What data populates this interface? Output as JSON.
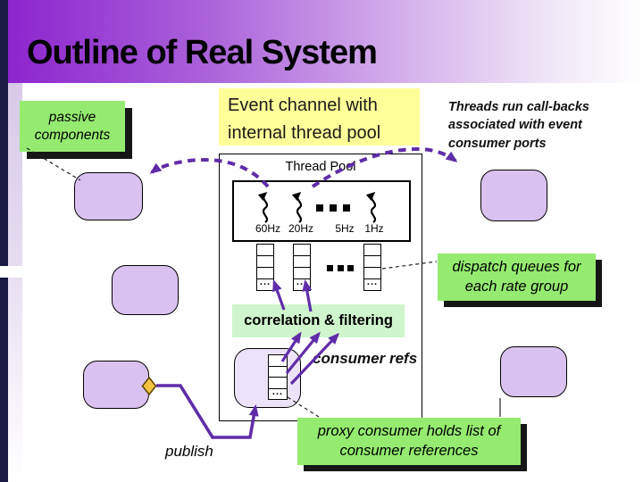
{
  "title": "Outline of Real System",
  "callouts": {
    "passive": {
      "lines": [
        "passive",
        "components"
      ]
    },
    "event_channel": {
      "lines": [
        "Event channel with",
        "internal thread pool"
      ]
    },
    "threads_note": {
      "lines": [
        "Threads run call-backs",
        "associated with event",
        "consumer ports"
      ]
    },
    "dispatch": {
      "lines": [
        "dispatch queues for",
        "each rate group"
      ]
    },
    "proxy": {
      "lines": [
        "proxy consumer holds list of",
        "consumer references"
      ]
    },
    "correlation": "correlation & filtering",
    "consumer_refs": "consumer refs",
    "publish": "publish"
  },
  "thread_pool": {
    "label": "Thread Pool",
    "rates": [
      "60Hz",
      "20Hz",
      "5Hz",
      "1Hz"
    ]
  },
  "queue_ellipsis": "...",
  "colors": {
    "navy_bar": "#191943",
    "title_purple": "#8c25ce",
    "bright_green_callout": "#94eb70",
    "pale_green_callout": "#cff5cc",
    "yellow_callout": "#ffff99",
    "arrow_purple": "#5f2da8",
    "component_fill": "#d9c2ef",
    "proxy_component_fill": "#ece3f8",
    "diamond_gold": "#f4c340"
  }
}
